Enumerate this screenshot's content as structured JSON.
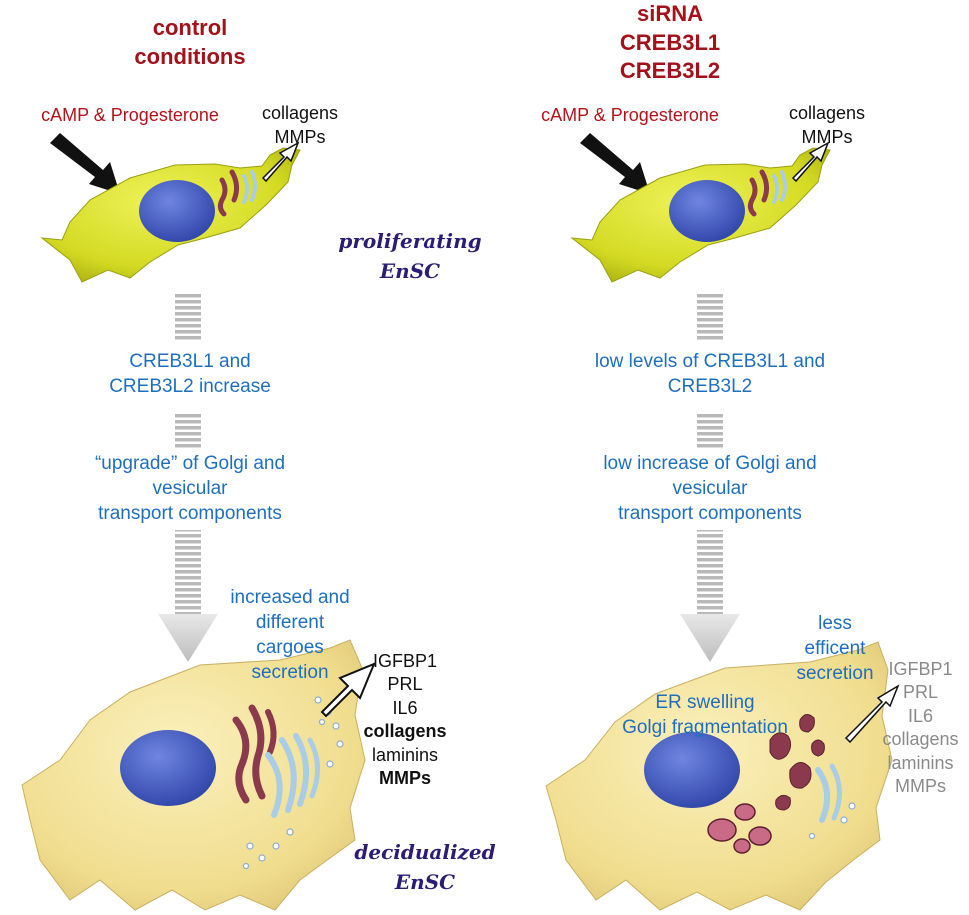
{
  "left_panel": {
    "title": [
      "control",
      "conditions"
    ],
    "stimulus": "cAMP & Progesterone",
    "top_secretion": [
      "collagens",
      "MMPs"
    ],
    "step1": [
      "CREB3L1 and",
      "CREB3L2 increase"
    ],
    "step2": [
      "“upgrade” of Golgi and",
      "vesicular",
      "transport components"
    ],
    "outcome": [
      "increased and",
      "different",
      "cargoes",
      "secretion"
    ],
    "bottom_secretion": [
      "IGFBP1",
      "PRL",
      "IL6",
      "collagens",
      "laminins",
      "MMPs"
    ]
  },
  "right_panel": {
    "title": [
      "siRNA",
      "CREB3L1",
      "CREB3L2"
    ],
    "stimulus": "cAMP & Progesterone",
    "top_secretion": [
      "collagens",
      "MMPs"
    ],
    "step1": [
      "low levels of CREB3L1 and",
      "CREB3L2"
    ],
    "step2": [
      "low increase of Golgi and",
      "vesicular",
      "transport components"
    ],
    "outcome": [
      "less",
      "efficent",
      "secretion"
    ],
    "defects": [
      "ER swelling",
      "Golgi fragmentation"
    ],
    "bottom_secretion": [
      "IGFBP1",
      "PRL",
      "IL6",
      "collagens",
      "laminins",
      "MMPs"
    ]
  },
  "center": {
    "proliferating": [
      "proliferating",
      "EnSC"
    ],
    "decidualized": [
      "decidualized",
      "EnSC"
    ]
  },
  "colors": {
    "title_red": "#a3121a",
    "stimulus_red": "#c0141c",
    "step_blue": "#1f6fc0",
    "cell_label_purple": "#2a1d74",
    "proliferating_cell": "#d9de2a",
    "decidualized_cell": "#f3e39a",
    "nucleus": "#3f57c2",
    "golgi": "#8b3a4d",
    "er_blue": "#a9cde6"
  }
}
